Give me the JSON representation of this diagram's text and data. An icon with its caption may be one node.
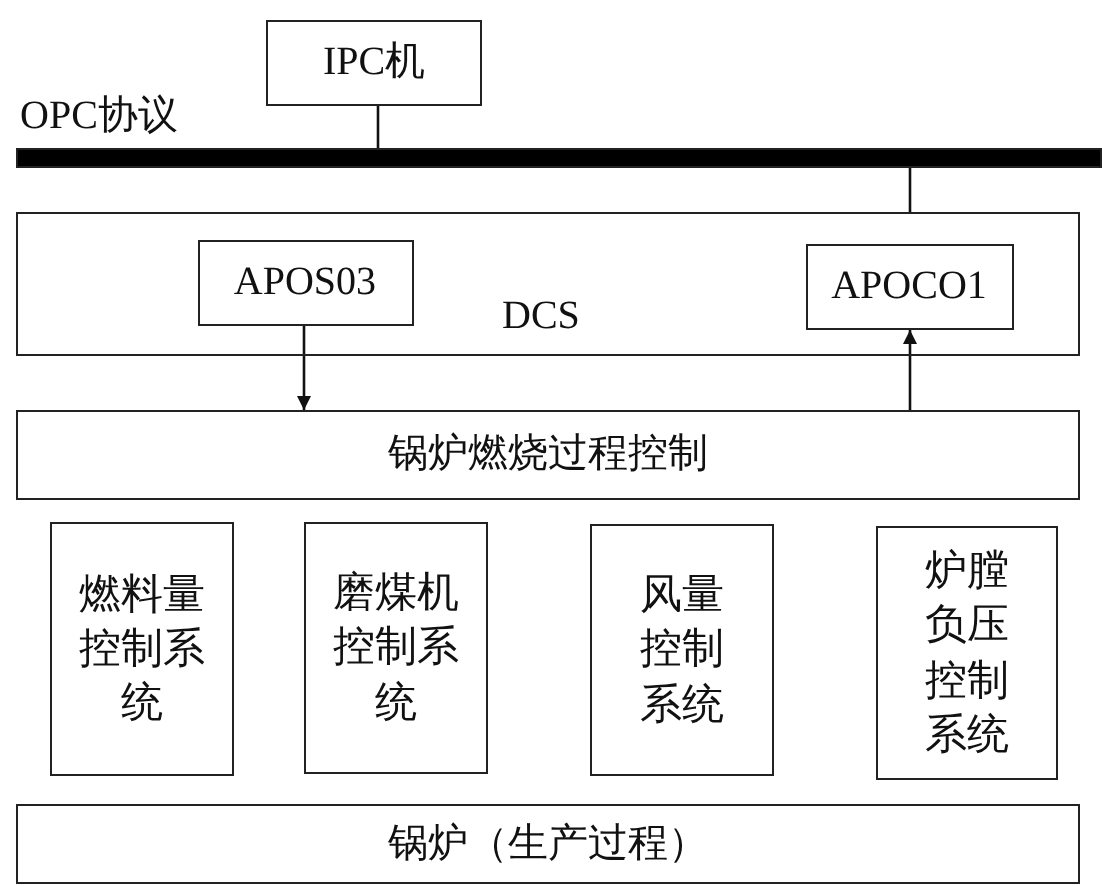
{
  "diagram": {
    "nodes": [
      {
        "text": [
          "IPC机"
        ]
      },
      {
        "text": [],
        "shape": "bar",
        "beside": [
          "OPC协议"
        ]
      },
      {
        "text": [
          "DCS"
        ]
      },
      {
        "text": [
          "APOS03"
        ],
        "in": 2
      },
      {
        "text": [
          "APOCO1"
        ],
        "in": 2
      },
      {
        "text": [
          "锅炉燃烧过程控制"
        ]
      },
      {
        "text": [
          "燃料量控制系统"
        ]
      },
      {
        "text": [
          "磨煤机控制系统"
        ]
      },
      {
        "text": [
          "风量控制系统"
        ]
      },
      {
        "text": [
          "炉膛负压控制系统"
        ]
      },
      {
        "text": [
          "锅炉（生产过程）"
        ]
      }
    ],
    "edges": [
      {
        "from": 0,
        "to": 1,
        "arrow": "none"
      },
      {
        "from": 1,
        "to": 2,
        "arrow": "none"
      },
      {
        "from": 3,
        "to": 5,
        "arrow": "to"
      },
      {
        "from": 5,
        "to": 4,
        "arrow": "to"
      }
    ]
  }
}
